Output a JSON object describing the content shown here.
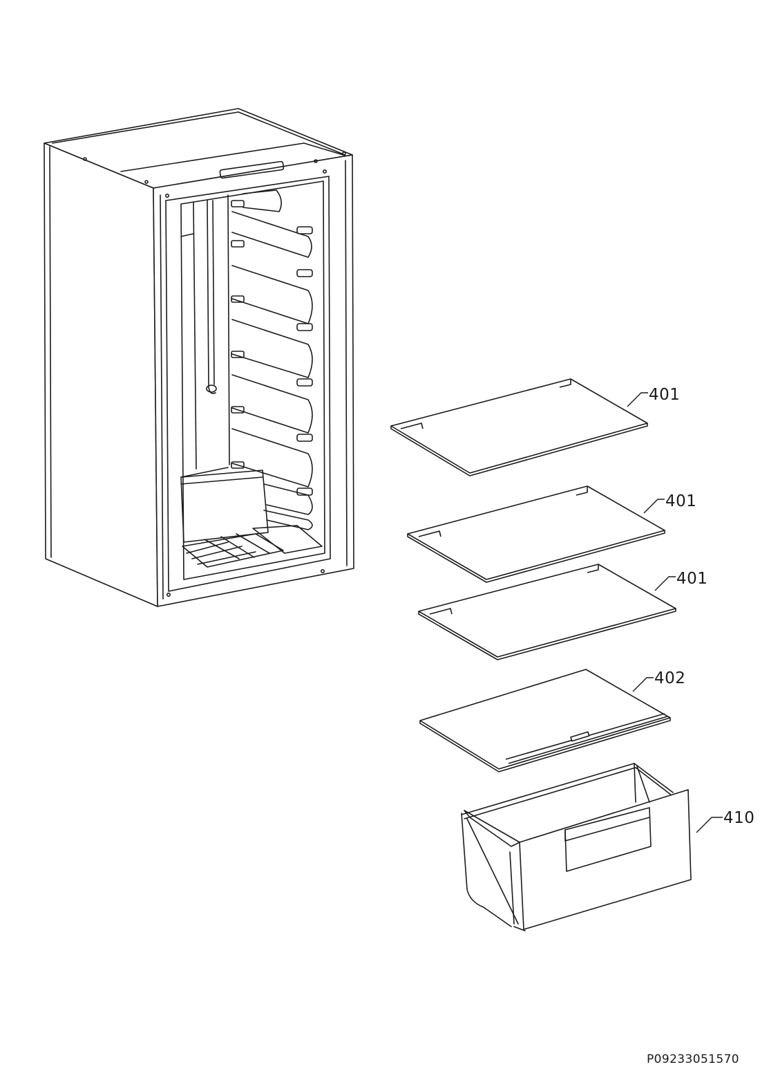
{
  "parts": [
    {
      "id": "shelf-1",
      "label": "401"
    },
    {
      "id": "shelf-2",
      "label": "401"
    },
    {
      "id": "shelf-3",
      "label": "401"
    },
    {
      "id": "crisper-cover",
      "label": "402"
    },
    {
      "id": "crisper-drawer",
      "label": "410"
    }
  ],
  "document_code": "P09233051570",
  "line_color": "#1a1a1a",
  "background_color": "#ffffff"
}
